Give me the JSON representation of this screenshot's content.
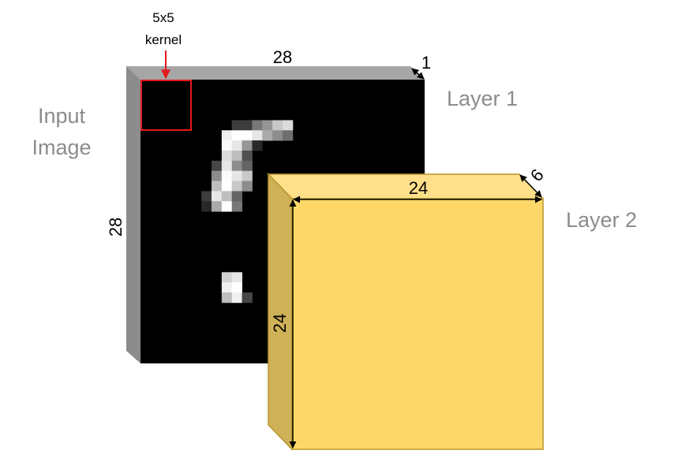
{
  "labels": {
    "kernel_size": "5x5",
    "kernel_word": "kernel",
    "input_line1": "Input",
    "input_line2": "Image",
    "layer1": "Layer 1",
    "layer2": "Layer 2"
  },
  "input_volume": {
    "width_label": "28",
    "height_label": "28",
    "depth_label": "1"
  },
  "output_volume": {
    "width_label": "24",
    "height_label": "24",
    "depth_label": "6"
  },
  "colors": {
    "input_face": "#000000",
    "input_top": "#a6a6a6",
    "input_side": "#8c8c8c",
    "kernel_box": "#e31a1c",
    "kernel_arrow": "#e31a1c",
    "output_face": "#fdd868",
    "output_top": "#ffe08a",
    "output_side": "#cfb158",
    "output_edge": "#b8962e"
  },
  "digit_pixels": [
    [
      9,
      4,
      60
    ],
    [
      10,
      4,
      60
    ],
    [
      11,
      4,
      120
    ],
    [
      12,
      4,
      150
    ],
    [
      13,
      4,
      200
    ],
    [
      14,
      4,
      220
    ],
    [
      8,
      5,
      240
    ],
    [
      9,
      5,
      255
    ],
    [
      10,
      5,
      255
    ],
    [
      11,
      5,
      230
    ],
    [
      12,
      5,
      170
    ],
    [
      13,
      5,
      140
    ],
    [
      14,
      5,
      110
    ],
    [
      8,
      6,
      250
    ],
    [
      9,
      6,
      230
    ],
    [
      10,
      6,
      150
    ],
    [
      11,
      6,
      40
    ],
    [
      8,
      7,
      220
    ],
    [
      9,
      7,
      190
    ],
    [
      10,
      7,
      80
    ],
    [
      7,
      8,
      70
    ],
    [
      8,
      8,
      230
    ],
    [
      9,
      8,
      140
    ],
    [
      10,
      8,
      100
    ],
    [
      7,
      9,
      140
    ],
    [
      8,
      9,
      250
    ],
    [
      9,
      9,
      230
    ],
    [
      10,
      9,
      200
    ],
    [
      7,
      10,
      190
    ],
    [
      8,
      10,
      255
    ],
    [
      9,
      10,
      200
    ],
    [
      10,
      10,
      140
    ],
    [
      6,
      11,
      60
    ],
    [
      7,
      11,
      230
    ],
    [
      8,
      11,
      190
    ],
    [
      9,
      11,
      100
    ],
    [
      6,
      12,
      40
    ],
    [
      7,
      12,
      170
    ],
    [
      8,
      12,
      255
    ],
    [
      9,
      12,
      120
    ],
    [
      8,
      19,
      210
    ],
    [
      9,
      19,
      230
    ],
    [
      8,
      20,
      240
    ],
    [
      9,
      20,
      255
    ],
    [
      8,
      21,
      190
    ],
    [
      9,
      21,
      240
    ],
    [
      10,
      21,
      70
    ]
  ]
}
